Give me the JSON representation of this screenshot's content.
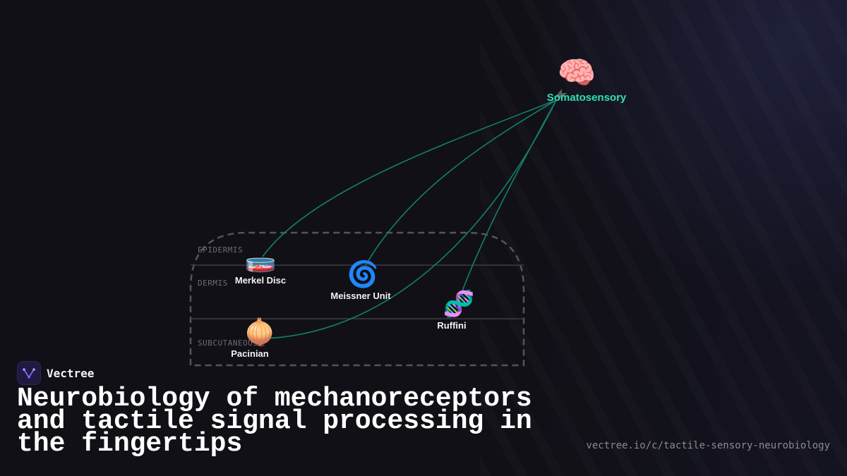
{
  "brand": {
    "name": "Vectree",
    "accent": "#7b5cff",
    "icon": "vectree-logo-icon"
  },
  "title": "Neurobiology of mechanoreceptors and tactile signal processing in the fingertips",
  "url": "vectree.io/c/tactile-sensory-neurobiology",
  "colors": {
    "edge": "#12806a",
    "target_label": "#2de0b4",
    "layer_outline": "#555555",
    "background": "#111016"
  },
  "layers": [
    "EPIDERMIS",
    "DERMIS",
    "SUBCUTANEOUS"
  ],
  "target": {
    "label": "Somatosensory",
    "icon": "brain-icon",
    "glyph": "🧠"
  },
  "receptors": [
    {
      "label": "Merkel Disc",
      "icon": "petri-dish-icon",
      "glyph": "🧫"
    },
    {
      "label": "Meissner Unit",
      "icon": "spiral-icon",
      "glyph": "🌀"
    },
    {
      "label": "Ruffini",
      "icon": "dna-icon",
      "glyph": "🧬"
    },
    {
      "label": "Pacinian",
      "icon": "onion-icon",
      "glyph": "🧅"
    }
  ]
}
